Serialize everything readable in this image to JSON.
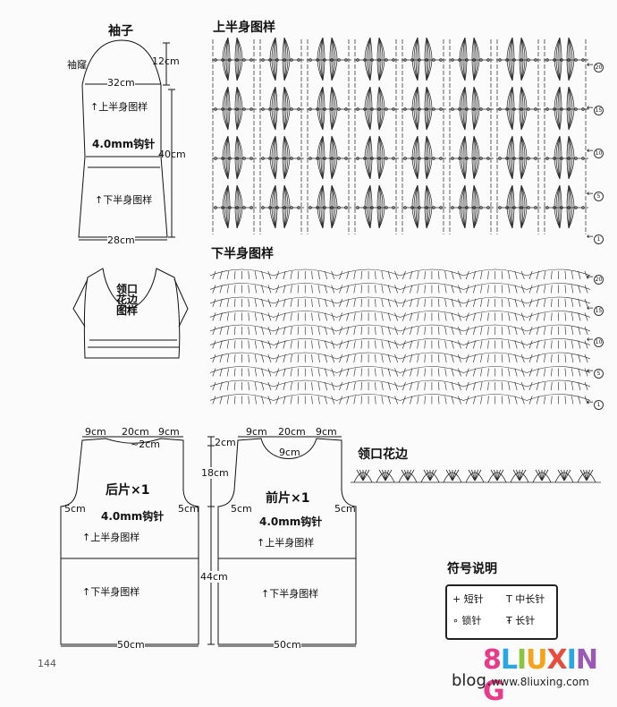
{
  "sleeve": {
    "title": "袖子",
    "cap_label": "袖窿",
    "cap_height": "12cm",
    "top_width": "32cm",
    "upper_pattern": "上半身图样",
    "hook": "4.0mm钩针",
    "length": "40cm",
    "lower_pattern": "下半身图样",
    "bottom_width": "28cm"
  },
  "neckline_sketch": {
    "label_line1": "领口",
    "label_line2": "花边",
    "label_line3": "图样"
  },
  "charts": {
    "upper_title": "上半身图样",
    "lower_title": "下半身图样",
    "edge_title": "领口花边",
    "upper_rows": [
      "20",
      "15",
      "10",
      "5",
      "1"
    ],
    "lower_rows": [
      "20",
      "15",
      "10",
      "5",
      "1"
    ]
  },
  "back": {
    "title": "后片×1",
    "shoulder_left": "9cm",
    "neck_width": "20cm",
    "shoulder_right": "9cm",
    "neck_depth": "2cm",
    "side_left": "5cm",
    "side_right": "5cm",
    "hook": "4.0mm钩针",
    "upper_pattern": "上半身图样",
    "lower_pattern": "下半身图样",
    "bottom_width": "50cm"
  },
  "front": {
    "title": "前片×1",
    "shoulder_left": "9cm",
    "neck_width": "20cm",
    "shoulder_right": "9cm",
    "neck_depth": "9cm",
    "side_left": "5cm",
    "side_right": "5cm",
    "hook": "4.0mm钩针",
    "upper_pattern": "上半身图样",
    "lower_pattern": "下半身图样",
    "bottom_width": "50cm"
  },
  "vertical_dims": {
    "top": "2cm",
    "armhole": "18cm",
    "total": "44cm"
  },
  "legend": {
    "title": "符号说明",
    "items": [
      {
        "symbol": "+",
        "label": "短针"
      },
      {
        "symbol": "T",
        "label": "中长针"
      },
      {
        "symbol": "∘",
        "label": "锁针"
      },
      {
        "symbol": "Ŧ",
        "label": "长针"
      }
    ]
  },
  "page_number": "144",
  "logo": {
    "text": "8LIUXING",
    "letters": [
      "8",
      "L",
      "I",
      "U",
      "X",
      "I",
      "N",
      "G"
    ],
    "colors": [
      "#e83b8a",
      "#2aa7e0",
      "#8bc53f",
      "#f7a21b",
      "#e84c3d",
      "#2aa7e0",
      "#9b59b6",
      "#e83b8a"
    ],
    "url": "blog.",
    "url_small": "www.8liuxing.com"
  }
}
